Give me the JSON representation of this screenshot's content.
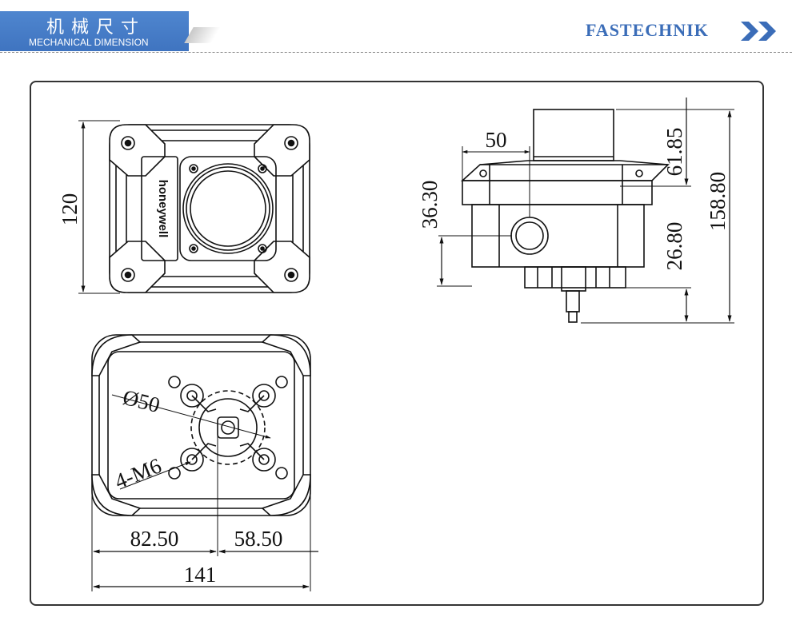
{
  "header": {
    "title_cn": "机械尺寸",
    "title_en": "MECHANICAL DIMENSION",
    "brand": "FASTECHNIK",
    "brand_color": "#3b6db8",
    "badge_color": "#4a80cb"
  },
  "front_view": {
    "logo_text": "honeywell",
    "height_label": "120"
  },
  "side_view": {
    "top_offset_label": "50",
    "port_height_label": "36.30",
    "top_height_label": "61.85",
    "bottom_height_label": "26.80",
    "total_height_label": "158.80"
  },
  "bottom_view": {
    "diameter_label": "Ø50",
    "thread_label": "4-M6",
    "left_width_label": "82.50",
    "right_width_label": "58.50",
    "total_width_label": "141"
  }
}
